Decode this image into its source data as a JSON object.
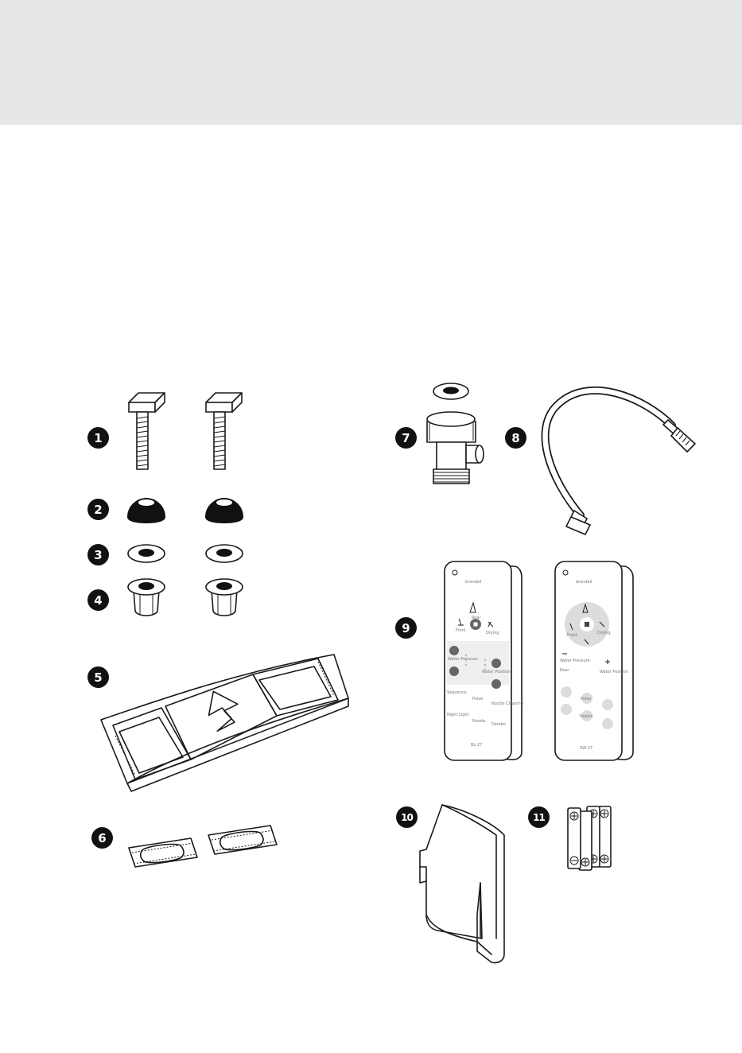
{
  "parts": [
    {
      "number": "1",
      "icon": "bolt-icon"
    },
    {
      "number": "2",
      "icon": "dome-cap-icon"
    },
    {
      "number": "3",
      "icon": "washer-icon"
    },
    {
      "number": "4",
      "icon": "flange-nut-icon"
    },
    {
      "number": "5",
      "icon": "mounting-plate-icon"
    },
    {
      "number": "6",
      "icon": "slotted-shim-icon"
    },
    {
      "number": "7",
      "icon": "t-valve-icon"
    },
    {
      "number": "8",
      "icon": "supply-hose-icon"
    },
    {
      "number": "9",
      "icon": "remote-control-icon"
    },
    {
      "number": "10",
      "icon": "remote-holder-icon"
    },
    {
      "number": "11",
      "icon": "batteries-icon"
    }
  ],
  "remote": {
    "brand": "brondell",
    "model_left": "BL-27",
    "model_right": "SW-37",
    "labels": {
      "front": "Front",
      "rear": "Rear",
      "drying": "Drying",
      "water_pressure": "Water Pressure",
      "water_position": "Water Position",
      "nozzle_cleaning": "Nozzle Cleaning",
      "sequence": "Sequence",
      "pulse": "Pulse",
      "night_light": "Night Light",
      "nozzle": "Nozzle",
      "deodor": "Deodor"
    }
  },
  "colors": {
    "header_band": "#e6e7e9",
    "badge": "#111111",
    "stroke": "#1a1a1a"
  }
}
